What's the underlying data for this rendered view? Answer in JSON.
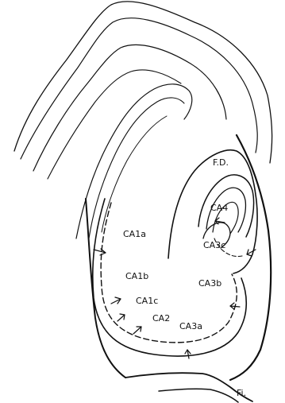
{
  "diagram": {
    "labels": {
      "fd": "F.D.",
      "ca4": "CA4",
      "ca3c": "CA3c",
      "ca1a": "CA1a",
      "ca1b": "CA1b",
      "ca3b": "CA3b",
      "ca1c": "CA1c",
      "ca2": "CA2",
      "ca3a": "CA3a",
      "fi": "Fi."
    },
    "colors": {
      "ink": "#111111",
      "paper": "#ffffff"
    }
  }
}
